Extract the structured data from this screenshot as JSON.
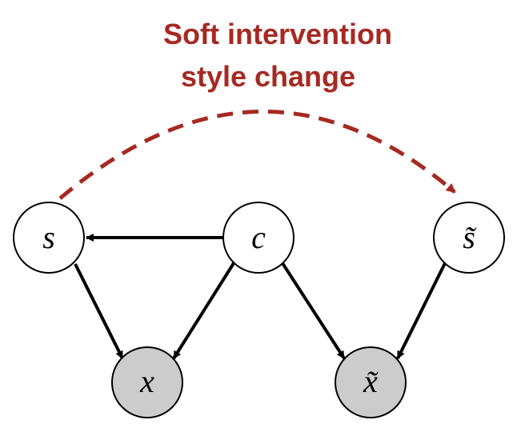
{
  "title": {
    "line1": "Soft intervention",
    "line2": "style change",
    "color": "#a52a22"
  },
  "nodes": {
    "s": {
      "label": "s",
      "observed": false
    },
    "c": {
      "label": "c",
      "observed": false
    },
    "s_tilde": {
      "label": "s̃",
      "observed": false
    },
    "x": {
      "label": "x",
      "observed": true
    },
    "x_tilde": {
      "label": "x̃",
      "observed": true
    }
  },
  "colors": {
    "observed_fill": "#cccccc",
    "latent_fill": "#ffffff",
    "edge": "#000000",
    "intervention_edge": "#a52a22"
  }
}
